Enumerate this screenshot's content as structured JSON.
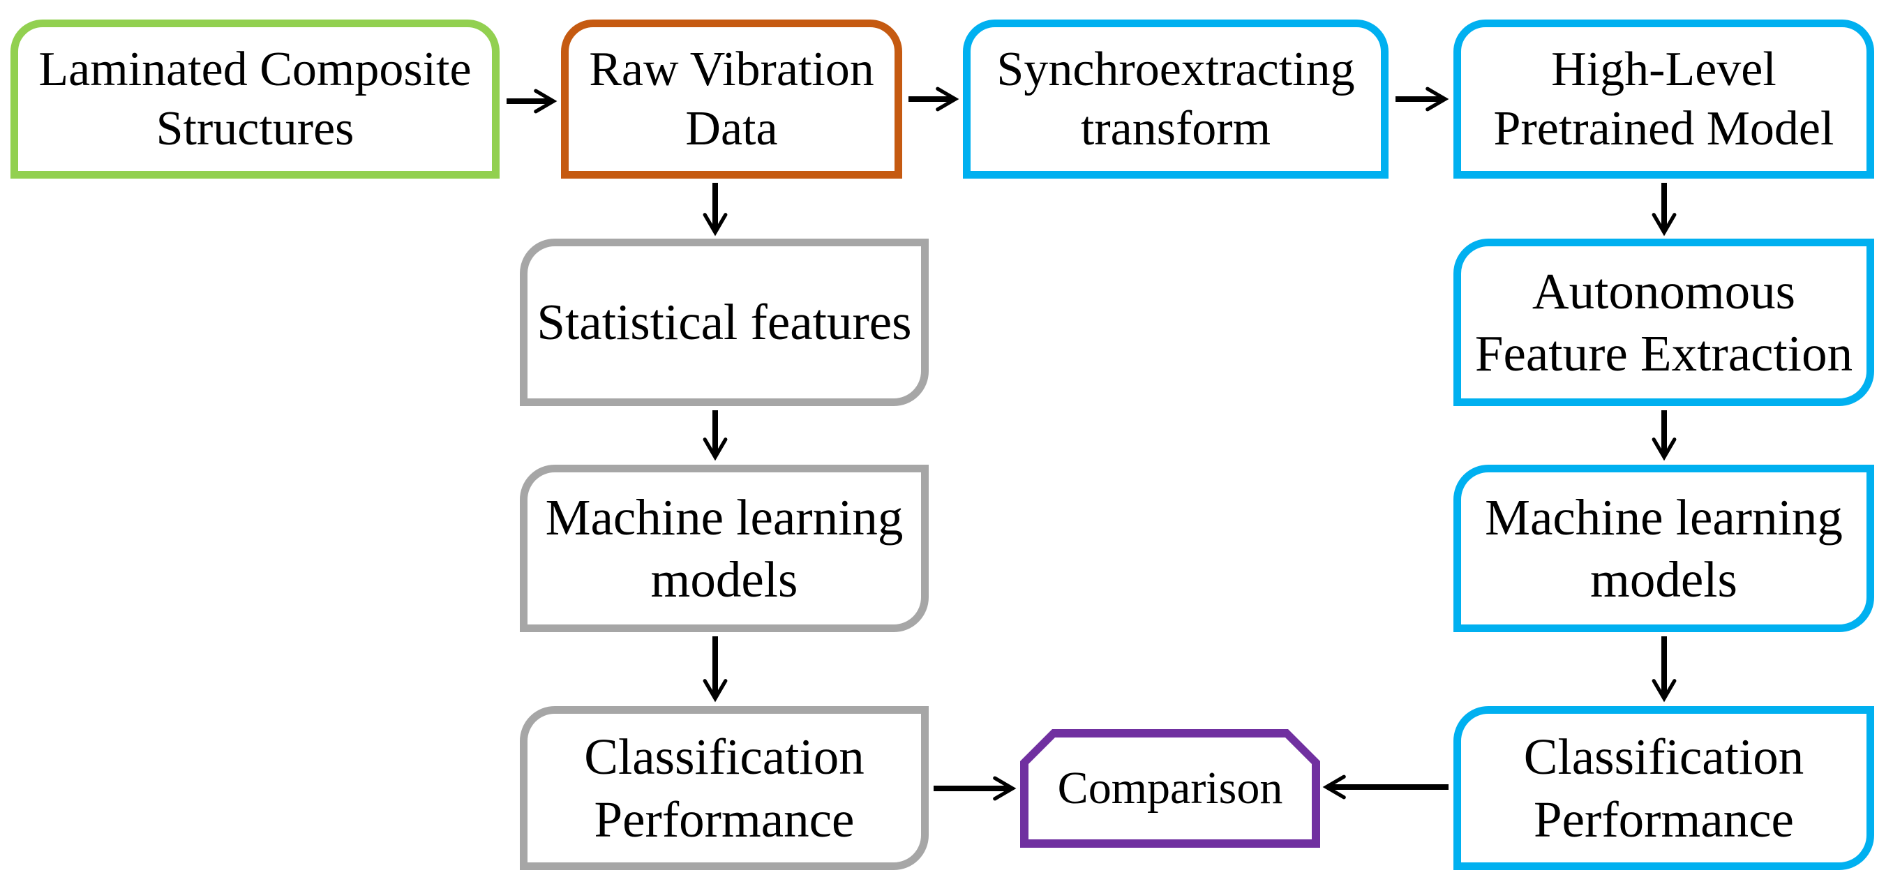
{
  "diagram": {
    "title": "Flowchart comparing statistical-feature machine learning and pretrained-model pipelines for laminated composite structures",
    "background_color": "#FFFFFF",
    "text_color": "#000000",
    "arrow_color": "#000000",
    "nodes": [
      {
        "id": "laminated",
        "label": "Laminated Composite\nStructures",
        "border_color": "#92D050",
        "shape": "rounded-top-rectangle"
      },
      {
        "id": "raw",
        "label": "Raw Vibration\nData",
        "border_color": "#C55A11",
        "shape": "rounded-top-rectangle"
      },
      {
        "id": "sync",
        "label": "Synchroextracting\ntransform",
        "border_color": "#00B0F0",
        "shape": "rounded-top-rectangle"
      },
      {
        "id": "highlevel",
        "label": "High-Level\nPretrained Model",
        "border_color": "#00B0F0",
        "shape": "rounded-top-rectangle"
      },
      {
        "id": "stat",
        "label": "Statistical features",
        "border_color": "#A6A6A6",
        "shape": "rounded-diagonal-rectangle"
      },
      {
        "id": "ml_mid",
        "label": "Machine learning\nmodels",
        "border_color": "#A6A6A6",
        "shape": "rounded-diagonal-rectangle"
      },
      {
        "id": "cp_mid",
        "label": "Classification\nPerformance",
        "border_color": "#A6A6A6",
        "shape": "rounded-diagonal-rectangle"
      },
      {
        "id": "afe",
        "label": "Autonomous\nFeature Extraction",
        "border_color": "#00B0F0",
        "shape": "rounded-diagonal-rectangle"
      },
      {
        "id": "ml_right",
        "label": "Machine learning\nmodels",
        "border_color": "#00B0F0",
        "shape": "rounded-diagonal-rectangle"
      },
      {
        "id": "cp_right",
        "label": "Classification\nPerformance",
        "border_color": "#00B0F0",
        "shape": "rounded-diagonal-rectangle"
      },
      {
        "id": "comparison",
        "label": "Comparison",
        "border_color": "#7030A0",
        "shape": "snip-top-rectangle"
      }
    ],
    "edges": [
      {
        "from": "laminated",
        "to": "raw"
      },
      {
        "from": "raw",
        "to": "sync"
      },
      {
        "from": "sync",
        "to": "highlevel"
      },
      {
        "from": "raw",
        "to": "stat"
      },
      {
        "from": "stat",
        "to": "ml_mid"
      },
      {
        "from": "ml_mid",
        "to": "cp_mid"
      },
      {
        "from": "highlevel",
        "to": "afe"
      },
      {
        "from": "afe",
        "to": "ml_right"
      },
      {
        "from": "ml_right",
        "to": "cp_right"
      },
      {
        "from": "cp_mid",
        "to": "comparison"
      },
      {
        "from": "cp_right",
        "to": "comparison"
      }
    ]
  }
}
